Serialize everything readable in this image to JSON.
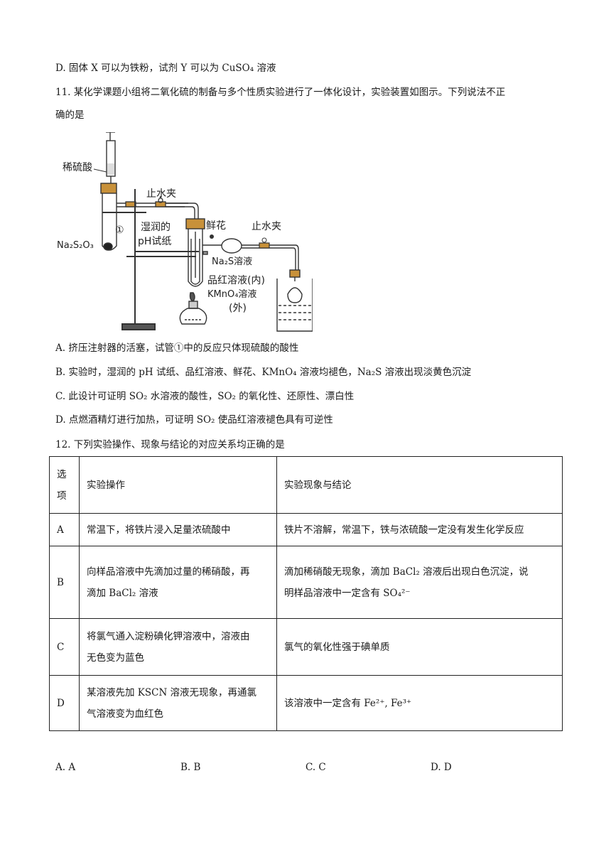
{
  "q10_option_d": "D. 固体 X 可以为铁粉，试剂 Y 可以为 CuSO₄ 溶液",
  "q11": {
    "stem_line1": "11. 某化学课题小组将二氧化硫的制备与多个性质实验进行了一体化设计，实验装置如图示。下列说法不正",
    "stem_line2": "确的是",
    "diagram_labels": {
      "acid": "稀硫酸",
      "clamp1": "止水夹",
      "tube_number": "①",
      "reagent": "Na₂S₂O₃",
      "ph_paper_1": "湿润的",
      "ph_paper_2": "pH试纸",
      "flower": "鲜花",
      "clamp2": "止水夹",
      "na2s": "Na₂S溶液",
      "pinhong": "品红溶液(内)",
      "kmno4": "KMnO₄溶液",
      "outer": "(外)"
    },
    "options": [
      "A. 挤压注射器的活塞，试管①中的反应只体现硫酸的酸性",
      "B. 实验时，湿润的 pH 试纸、品红溶液、鲜花、KMnO₄ 溶液均褪色，Na₂S 溶液出现淡黄色沉淀",
      "C. 此设计可证明 SO₂ 水溶液的酸性，SO₂ 的氧化性、还原性、漂白性",
      "D. 点燃酒精灯进行加热，可证明 SO₂ 使品红溶液褪色具有可逆性"
    ]
  },
  "q12": {
    "stem": "12. 下列实验操作、现象与结论的对应关系均正确的是",
    "headers": [
      "选\n项",
      "实验操作",
      "实验现象与结论"
    ],
    "rows": [
      {
        "opt": "A",
        "op": "常温下，将铁片浸入足量浓硫酸中",
        "res": "铁片不溶解，常温下，铁与浓硫酸一定没有发生化学反应"
      },
      {
        "opt": "B",
        "op": "向样品溶液中先滴加过量的稀硝酸，再\n滴加 BaCl₂ 溶液",
        "res": "滴加稀硝酸无现象，滴加 BaCl₂ 溶液后出现白色沉淀，说\n明样品溶液中一定含有 SO₄²⁻"
      },
      {
        "opt": "C",
        "op": "将氯气通入淀粉碘化钾溶液中，溶液由\n无色变为蓝色",
        "res": "氯气的氧化性强于碘单质"
      },
      {
        "opt": "D",
        "op": "某溶液先加 KSCN 溶液无现象，再通氯\n气溶液变为血红色",
        "res": "该溶液中一定含有 Fe²⁺, Fe³⁺"
      }
    ],
    "answers": [
      "A. A",
      "B. B",
      "C. C",
      "D. D"
    ]
  }
}
